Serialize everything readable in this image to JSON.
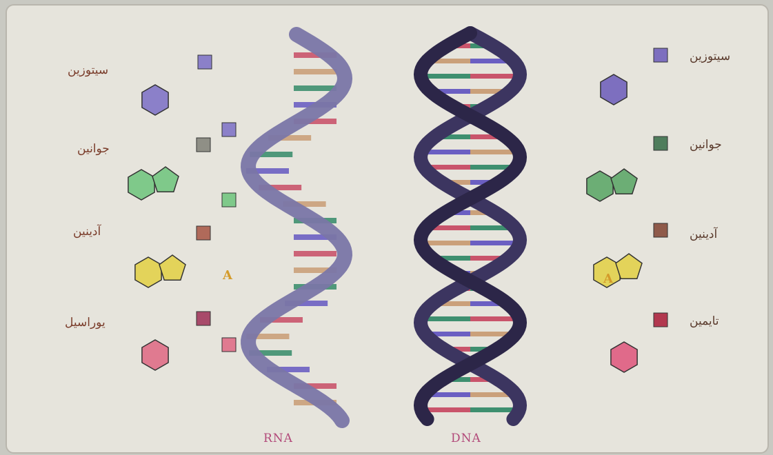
{
  "captions": {
    "rna": "RNA",
    "dna": "DNA"
  },
  "rna_bases": [
    {
      "label": "سیتوزین",
      "color": "#8b80c9"
    },
    {
      "label": "جوانین",
      "color": "#7fc98a"
    },
    {
      "label": "آدینین",
      "color": "#e3d35a"
    },
    {
      "label": "یوراسیل",
      "color": "#e07a90"
    }
  ],
  "dna_bases": [
    {
      "label": "سیتوزین",
      "color": "#7d6fbf"
    },
    {
      "label": "جوانین",
      "color": "#6cae75"
    },
    {
      "label": "آدینین",
      "color": "#e3d35a"
    },
    {
      "label": "تایمین",
      "color": "#e06a8a"
    }
  ],
  "inline_letters": {
    "a_label": "A"
  },
  "colors": {
    "rna_backbone": "#7a76a6",
    "dna_backbone": "#3c3560",
    "rung_red": "#c9546b",
    "rung_tan": "#caa07a",
    "rung_green": "#3e8f6f",
    "rung_purple": "#6b5fc2"
  }
}
